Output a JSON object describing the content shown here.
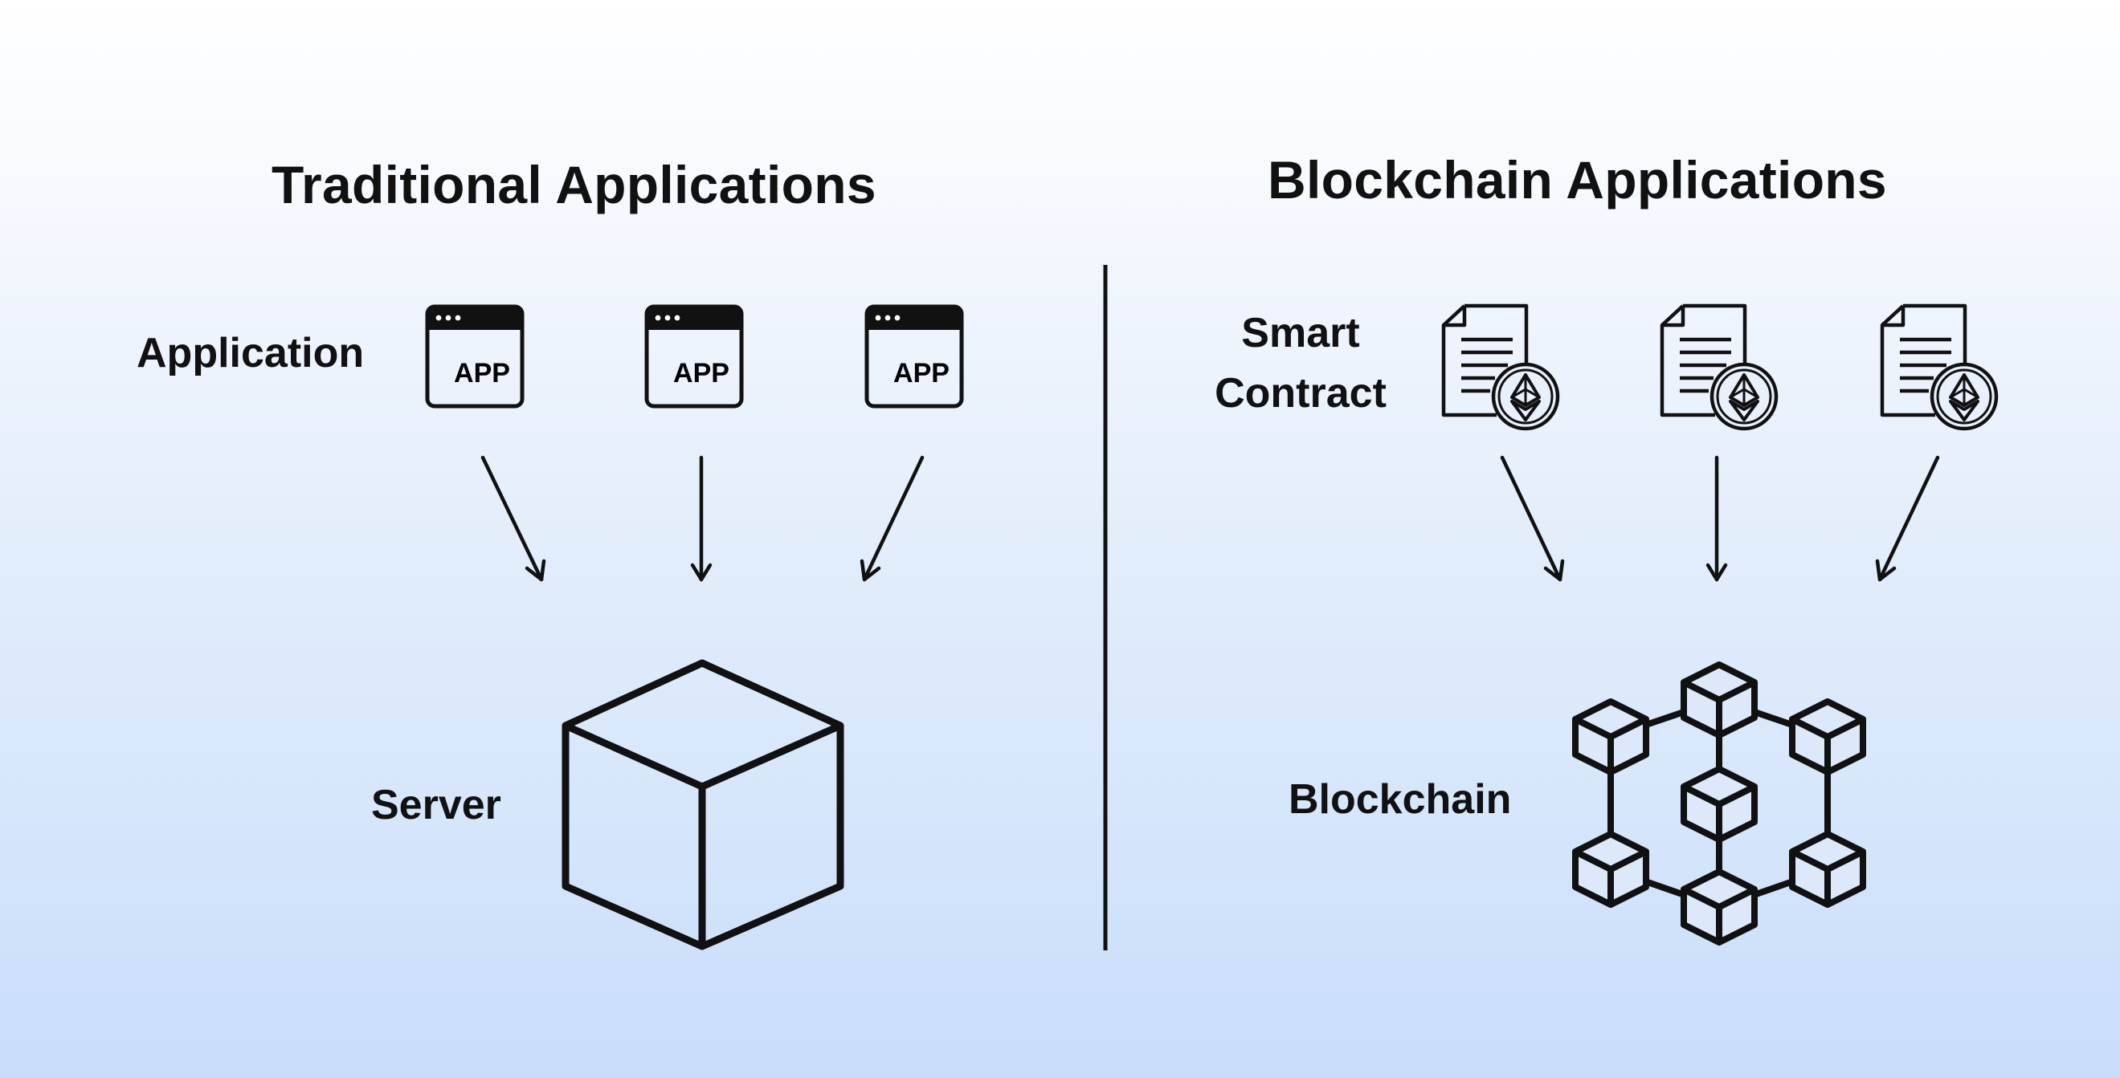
{
  "left": {
    "title": "Traditional Applications",
    "application_label": "Application",
    "app_icon_text": "APP",
    "server_label": "Server"
  },
  "right": {
    "title": "Blockchain Applications",
    "smart_contract_label_line1": "Smart",
    "smart_contract_label_line2": "Contract",
    "blockchain_label": "Blockchain"
  },
  "icons": {
    "application": "app-window-icon",
    "server": "cube-icon",
    "smart_contract": "ethereum-document-icon",
    "blockchain": "cube-network-icon"
  }
}
